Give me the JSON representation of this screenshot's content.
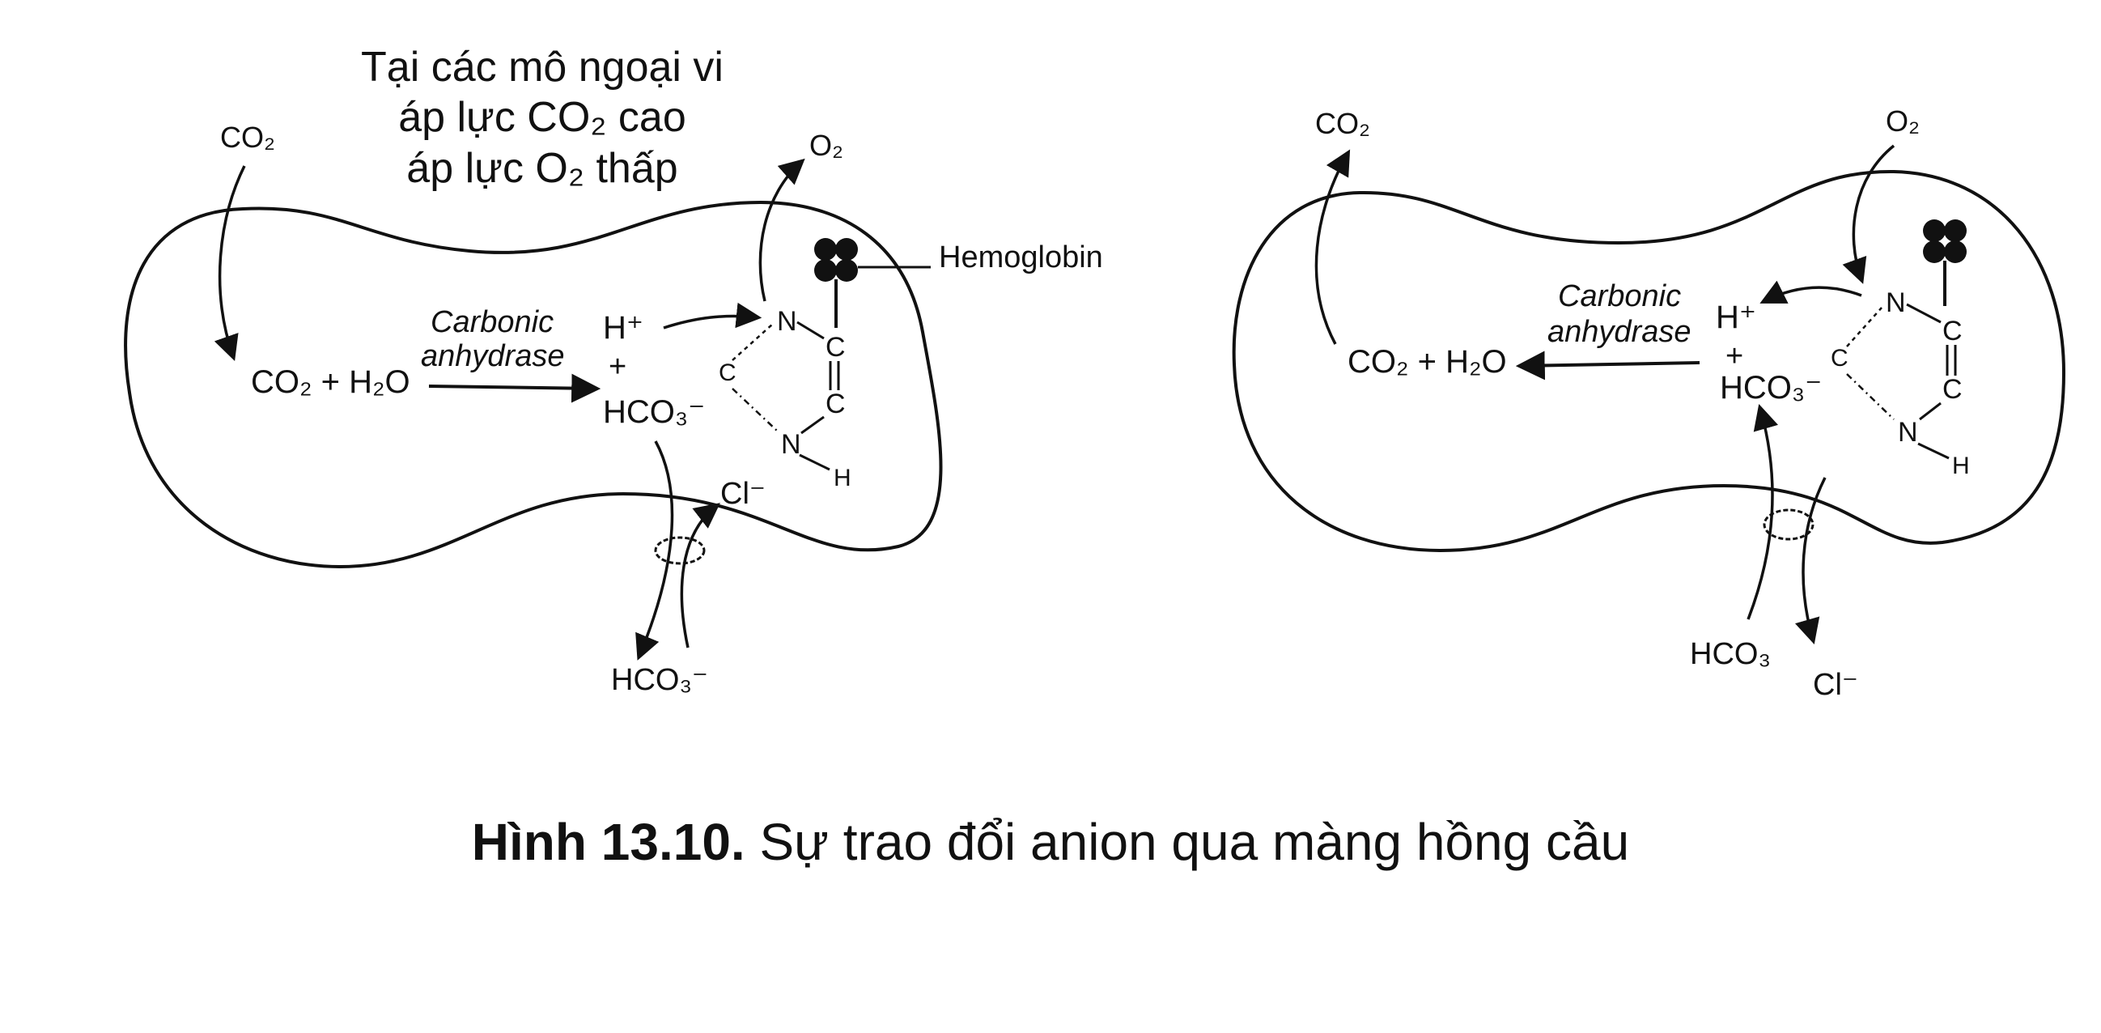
{
  "left_panel": {
    "heading_lines": [
      "Tại các mô ngoại vi",
      "áp lực CO₂ cao",
      "áp lực O₂ thấp"
    ],
    "co2_in": "CO₂",
    "o2_out": "O₂",
    "hemoglobin": "Hemoglobin",
    "reactants": "CO₂ + H₂O",
    "enzyme_line1": "Carbonic",
    "enzyme_line2": "anhydrase",
    "h_plus": "H⁺",
    "plus": "+",
    "bicarbonate": "HCO₃⁻",
    "chloride": "Cl⁻",
    "bicarbonate_out": "HCO₃⁻",
    "imidazole": {
      "n1": "N",
      "c1": "C",
      "c2": "C",
      "c3": "C",
      "n2": "N",
      "h": "H"
    }
  },
  "right_panel": {
    "co2_out": "CO₂",
    "o2_in": "O₂",
    "products": "CO₂ + H₂O",
    "enzyme_line1": "Carbonic",
    "enzyme_line2": "anhydrase",
    "h_plus": "H⁺",
    "plus": "+",
    "bicarbonate": "HCO₃⁻",
    "bicarbonate_in": "HCO₃",
    "chloride_out": "Cl⁻",
    "imidazole": {
      "n1": "N",
      "c1": "C",
      "c2": "C",
      "c3": "C",
      "n2": "N",
      "h": "H"
    }
  },
  "caption": {
    "number": "Hình 13.10.",
    "text": " Sự trao đổi anion qua màng hồng cầu"
  }
}
